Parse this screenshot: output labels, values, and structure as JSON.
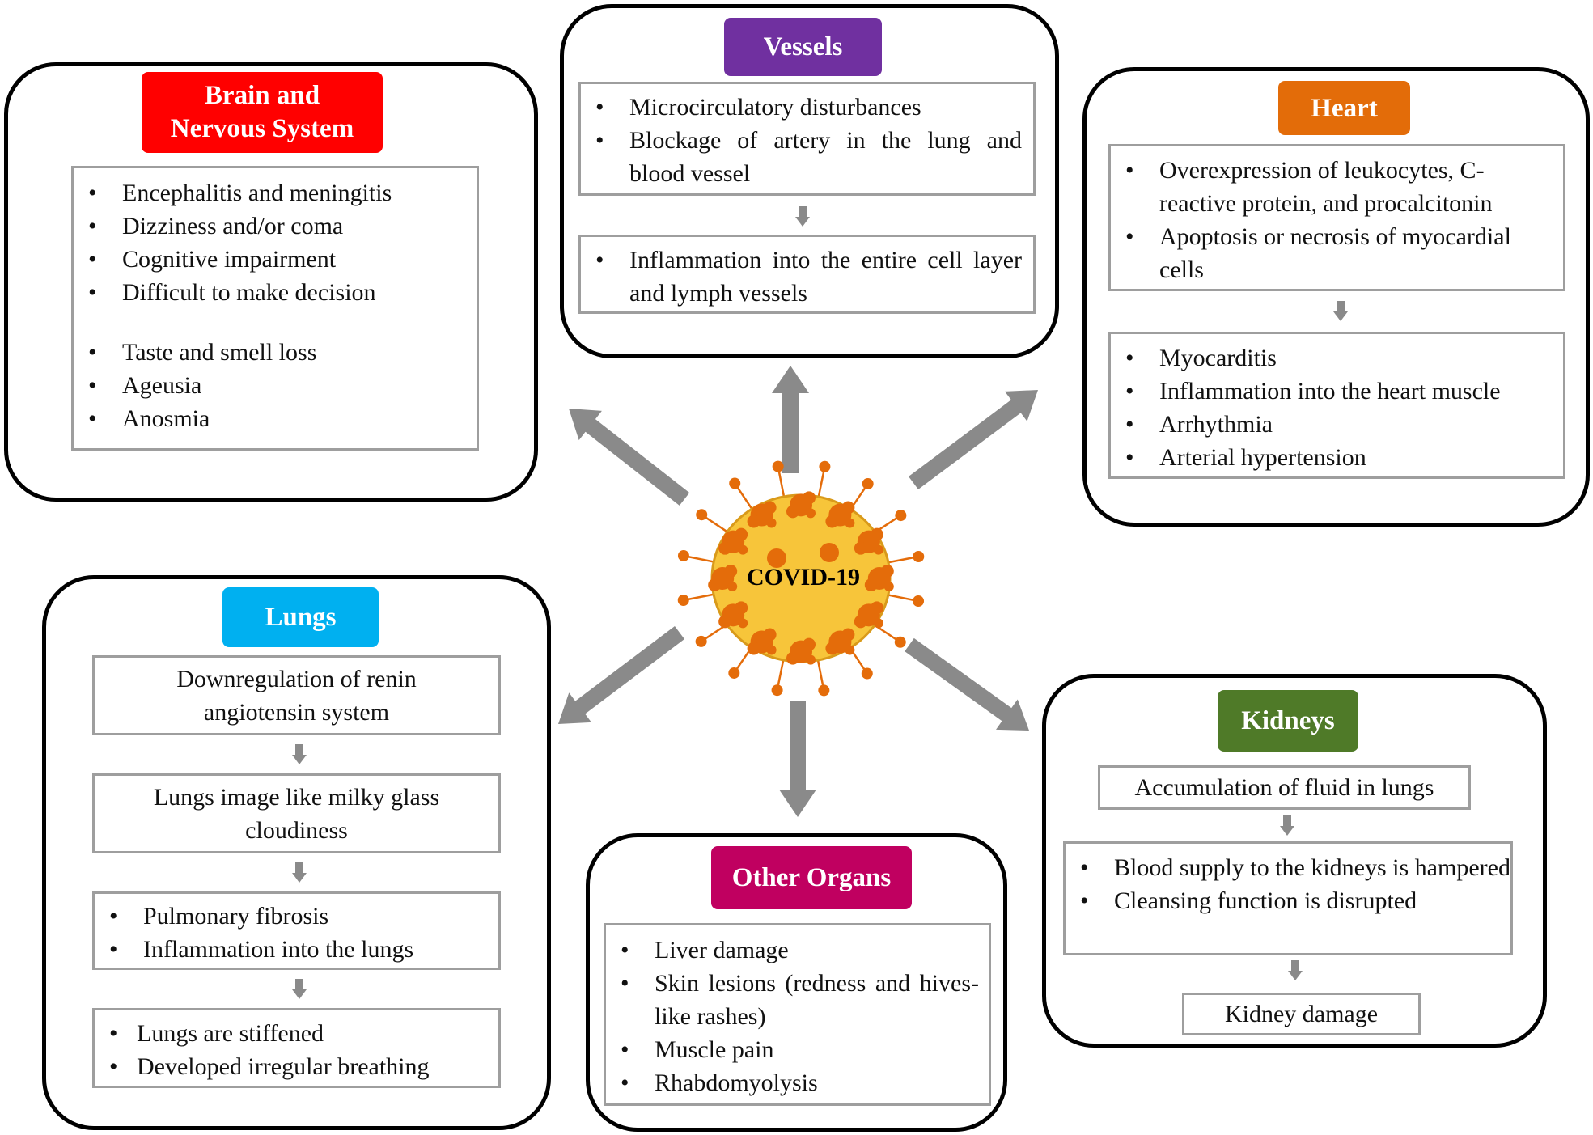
{
  "center": {
    "label": "COVID-19"
  },
  "brain": {
    "title": "Brain and Nervous System",
    "title_line1": "Brain and",
    "title_line2": "Nervous System",
    "items_a": [
      "Encephalitis and meningitis",
      "Dizziness and/or coma",
      "Cognitive impairment",
      "Difficult to make decision"
    ],
    "items_b": [
      "Taste and smell loss",
      "Ageusia",
      "Anosmia"
    ],
    "colors": {
      "tag": "#ff0000"
    }
  },
  "vessels": {
    "title": "Vessels",
    "box1": [
      "Microcirculatory disturbances",
      "Blockage of artery in the lung and blood vessel"
    ],
    "box2": [
      "Inflammation into the entire cell layer and lymph vessels"
    ],
    "colors": {
      "tag": "#7030a0"
    }
  },
  "heart": {
    "title": "Heart",
    "box1": [
      "Overexpression of leukocytes, C-reactive protein, and procalcitonin",
      "Apoptosis or necrosis of myocardial cells"
    ],
    "box2": [
      "Myocarditis",
      "Inflammation into the heart muscle",
      "Arrhythmia",
      "Arterial hypertension"
    ],
    "colors": {
      "tag": "#e36c09"
    }
  },
  "lungs": {
    "title": "Lungs",
    "box1": "Downregulation of renin angiotensin system",
    "box2": "Lungs image like milky glass cloudiness",
    "box3": [
      "Pulmonary fibrosis",
      "Inflammation into the lungs"
    ],
    "box4": [
      "Lungs are stiffened",
      "Developed irregular breathing"
    ],
    "colors": {
      "tag": "#00b0f0"
    }
  },
  "other": {
    "title": "Other Organs",
    "items": [
      "Liver damage",
      "Skin lesions (redness and hives-like rashes)",
      "Muscle pain",
      "Rhabdomyolysis"
    ],
    "colors": {
      "tag": "#c00060"
    }
  },
  "kidneys": {
    "title": "Kidneys",
    "box1": "Accumulation of fluid in lungs",
    "box2": [
      "Blood supply to the kidneys is hampered",
      "Cleansing function is disrupted"
    ],
    "box3": "Kidney damage",
    "colors": {
      "tag": "#4f7a28"
    }
  },
  "colors": {
    "arrow": "#8a8a8a",
    "virus_body": "#f7c53a",
    "virus_spike": "#e46c0a"
  }
}
